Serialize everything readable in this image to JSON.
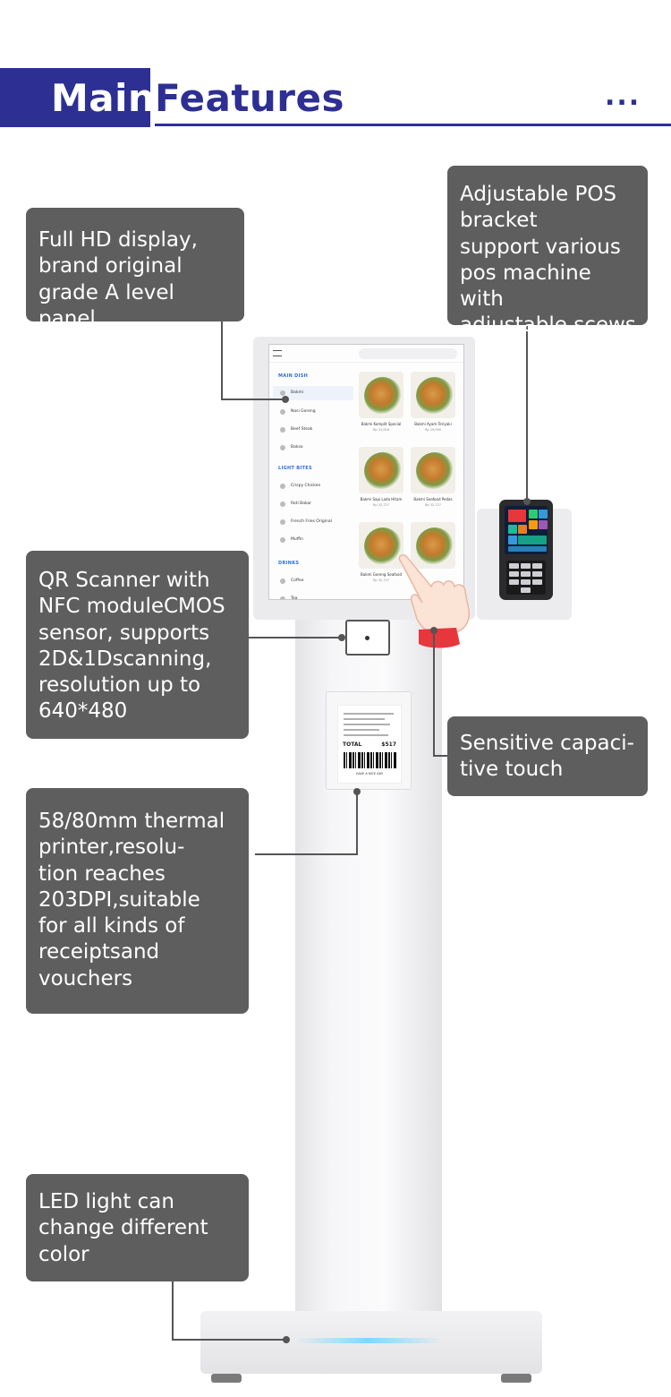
{
  "header": {
    "title_main": "Main",
    "title_rest": "Features",
    "more": "..."
  },
  "callouts": {
    "display": "Full HD display,\nbrand original\ngrade A level panel",
    "pos_bracket": "Adjustable POS\nbracket\nsupport various\npos machine with\nadjustable scews",
    "qr_scanner": "QR Scanner with\nNFC moduleCMOS\nsensor, supports\n2D&1Dscanning,\nresolution up to\n640*480",
    "touch": "Sensitive capaci-\ntive touch",
    "printer": "58/80mm thermal\nprinter,resolu-\ntion reaches\n203DPI,suitable\nfor all kinds of\nreceiptsand\nvouchers",
    "led": "LED light can\nchange different\ncolor"
  },
  "kiosk_screen": {
    "sections": [
      {
        "title": "MAIN DISH",
        "items": [
          "Bakmi",
          "Nasi Goreng",
          "Beef Steak",
          "Bakso"
        ]
      },
      {
        "title": "LIGHT BITES",
        "items": [
          "Crispy Chicken",
          "Roti Bakar",
          "French Fries Original",
          "Muffin"
        ]
      },
      {
        "title": "DRINKS",
        "items": [
          "Coffee",
          "Tea"
        ]
      }
    ],
    "active_item": "Bakmi",
    "menu_cards": [
      {
        "name": "Bakmi Komplit Special",
        "price": "Rp 31,818"
      },
      {
        "name": "Bakmi Ayam Teriyaki",
        "price": "Rp 29,090"
      },
      {
        "name": "Bakmi Sapi Lada Hitam",
        "price": "Rp 32,727"
      },
      {
        "name": "Bakmi Seafood Pedas",
        "price": "Rp 32,727"
      },
      {
        "name": "Bakmi Goreng Seafood",
        "price": "Rp 32,727"
      },
      {
        "name": "",
        "price": ""
      }
    ]
  },
  "receipt": {
    "total_label": "TOTAL",
    "total_amount": "$517",
    "footer": "HAVE A NICE DAY"
  },
  "colors": {
    "brand": "#2d2f93",
    "callout_bg": "#5e5e5e",
    "leader": "#555555",
    "led_glow": "#7fd8ff"
  }
}
